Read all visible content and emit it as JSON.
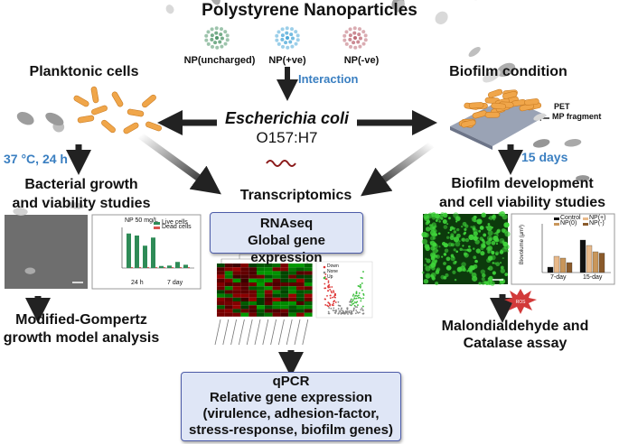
{
  "title": "Polystyrene Nanoparticles",
  "nanoparticles": [
    {
      "label": "NP(uncharged)",
      "color": "#3c8a5a"
    },
    {
      "label": "NP(+ve)",
      "color": "#3a9fd4"
    },
    {
      "label": "NP(-ve)",
      "color": "#b65a66"
    }
  ],
  "interaction_label": "Interaction",
  "organism": {
    "name": "Escherichia coli",
    "strain": "O157:H7"
  },
  "left": {
    "heading": "Planktonic cells",
    "condition": "37 °C, 24 h",
    "study_line1": "Bacterial growth",
    "study_line2": "and viability studies",
    "chart_title": "NP 50 mg/L",
    "legend": [
      "Live cells",
      "Dead cells"
    ],
    "groups": [
      "24 h",
      "7 day"
    ],
    "result_line1": "Modified-Gompertz",
    "result_line2": "growth model analysis"
  },
  "right": {
    "heading": "Biofilm condition",
    "pet_label_line1": "PET",
    "pet_label_line2": "MP fragment",
    "duration": "15 days",
    "study_line1": "Biofilm development",
    "study_line2": "and cell viability studies",
    "chart_ylabel": "Biovolume (µm³)",
    "legend": [
      "Control",
      "NP(0)",
      "NP(+)",
      "NP(-)"
    ],
    "groups": [
      "7-day",
      "15-day"
    ],
    "ros_label": "ROS",
    "result_line1": "Malondialdehyde and",
    "result_line2": "Catalase assay"
  },
  "center": {
    "heading": "Transcriptomics",
    "rnaseq_line1": "RNAseq",
    "rnaseq_line2": "Global gene expression",
    "volcano_legend": [
      "Down",
      "None",
      "Up"
    ],
    "qpcr_line1": "qPCR",
    "qpcr_line2": "Relative gene expression",
    "qpcr_line3": "(virulence, adhesion-factor,",
    "qpcr_line4": "stress-response, biofilm genes)"
  },
  "colors": {
    "accent_blue": "#3a7fc1",
    "box_fill": "#dfe6f6",
    "box_border": "#4d5ca8",
    "biofilm_green": "#3fd43a",
    "live_bar": "#2e8b57",
    "dead_bar": "#d9534f"
  }
}
